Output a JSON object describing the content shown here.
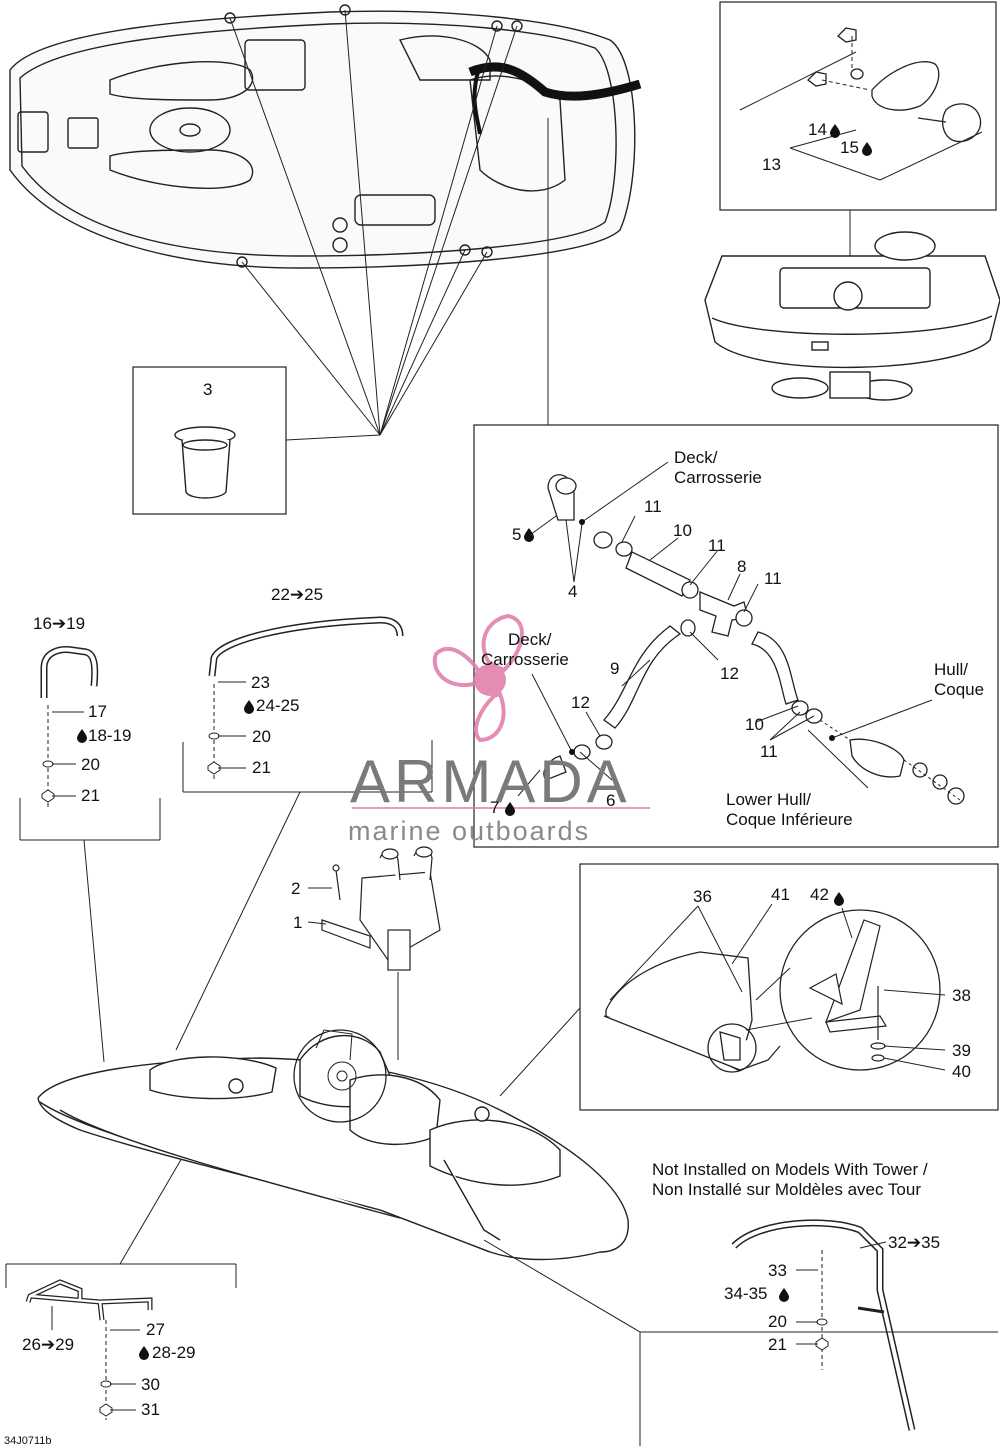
{
  "diagram_id": "34J0711b",
  "watermark": {
    "brand": "ARMADA",
    "tagline": "marine outboards",
    "logo_color": "#e07aa8"
  },
  "callouts": {
    "c1": "1",
    "c2": "2",
    "c3": "3",
    "c4": "4",
    "c5": "5",
    "c6": "6",
    "c7": "7",
    "c8": "8",
    "c9a": "9",
    "c10a": "10",
    "c10b": "10",
    "c11a": "11",
    "c11b": "11",
    "c11c": "11",
    "c11d": "11",
    "c12a": "12",
    "c12b": "12",
    "c13": "13",
    "c14": "14",
    "c15": "15",
    "c16_19": "16➔19",
    "c17": "17",
    "c18_19": "18-19",
    "c20a": "20",
    "c21a": "21",
    "c22_25": "22➔25",
    "c23": "23",
    "c24_25": "24-25",
    "c20b": "20",
    "c21b": "21",
    "c26_29": "26➔29",
    "c27": "27",
    "c28_29": "28-29",
    "c30": "30",
    "c31": "31",
    "c32_35": "32➔35",
    "c33": "33",
    "c34_35": "34-35",
    "c20c": "20",
    "c21c": "21",
    "c36": "36",
    "c38": "38",
    "c39": "39",
    "c40": "40",
    "c41": "41",
    "c42": "42"
  },
  "notes": {
    "deck_top_1": "Deck/",
    "deck_top_2": "Carrosserie",
    "deck_mid_1": "Deck/",
    "deck_mid_2": "Carrosserie",
    "hull_1": "Hull/",
    "hull_2": "Coque",
    "lower_hull_1": "Lower Hull/",
    "lower_hull_2": "Coque Inférieure",
    "tower_1": "Not Installed on Models With Tower /",
    "tower_2": "Non Installé sur Moldèles avec Tour"
  },
  "icons": [
    "drop-icon",
    "arrow-icon"
  ]
}
